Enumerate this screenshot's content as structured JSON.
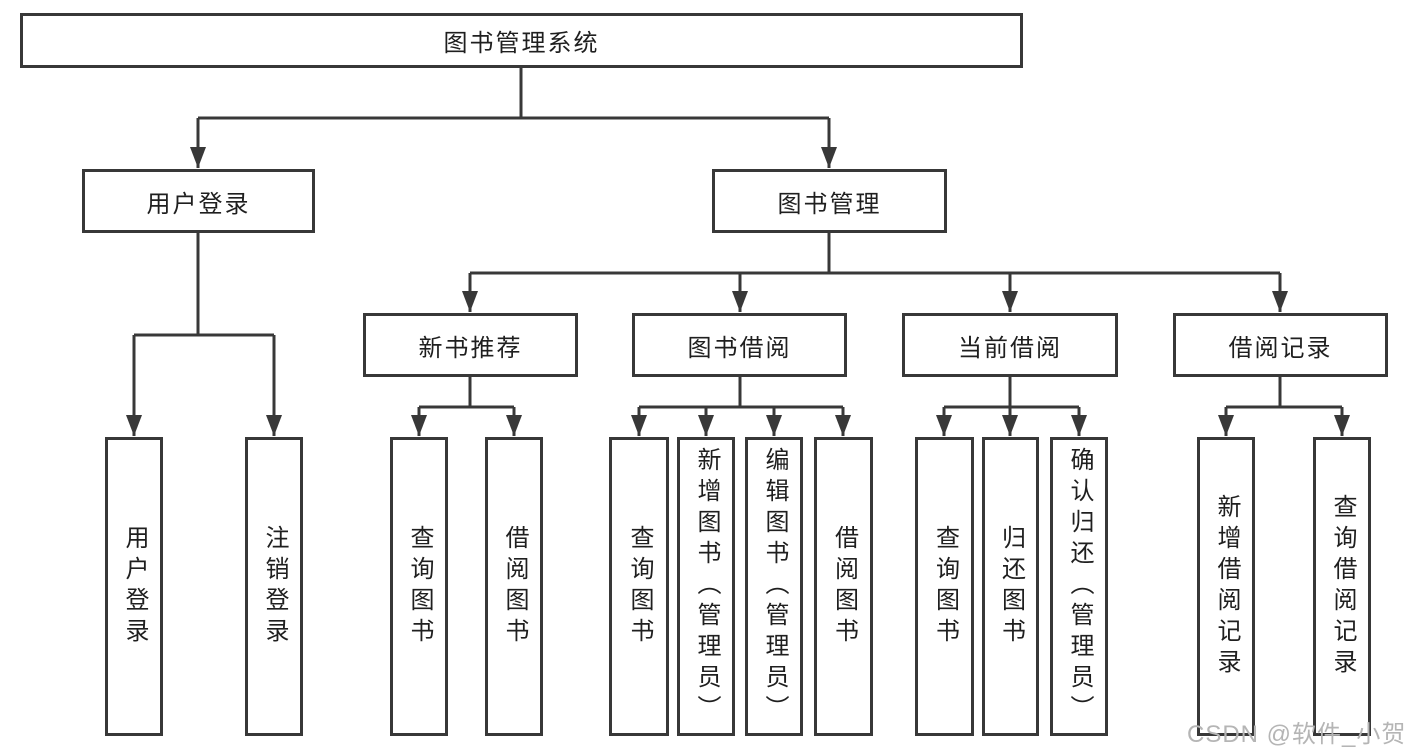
{
  "diagram": {
    "root": {
      "label": "图书管理系统"
    },
    "level2": {
      "user_login": {
        "label": "用户登录"
      },
      "book_mgmt": {
        "label": "图书管理"
      }
    },
    "level3": {
      "new_book": {
        "label": "新书推荐"
      },
      "book_borrow": {
        "label": "图书借阅"
      },
      "current_borrow": {
        "label": "当前借阅"
      },
      "borrow_record": {
        "label": "借阅记录"
      }
    },
    "leaves": {
      "login": {
        "label": "用户登录"
      },
      "logout": {
        "label": "注销登录"
      },
      "nb_query": {
        "label": "查询图书"
      },
      "nb_borrow": {
        "label": "借阅图书"
      },
      "bb_query": {
        "label": "查询图书"
      },
      "bb_add": {
        "label": "新增图书（管理员）"
      },
      "bb_edit": {
        "label": "编辑图书（管理员）"
      },
      "bb_borrow": {
        "label": "借阅图书"
      },
      "cb_query": {
        "label": "查询图书"
      },
      "cb_return": {
        "label": "归还图书"
      },
      "cb_confirm": {
        "label": "确认归还（管理员）"
      },
      "br_add": {
        "label": "新增借阅记录"
      },
      "br_query": {
        "label": "查询借阅记录"
      }
    }
  },
  "watermark": {
    "text": "CSDN @软件_小贺同学"
  },
  "colors": {
    "line": "#383838",
    "text": "#1f1f1f",
    "watermark": "#b5b5b5",
    "background": "#ffffff"
  }
}
